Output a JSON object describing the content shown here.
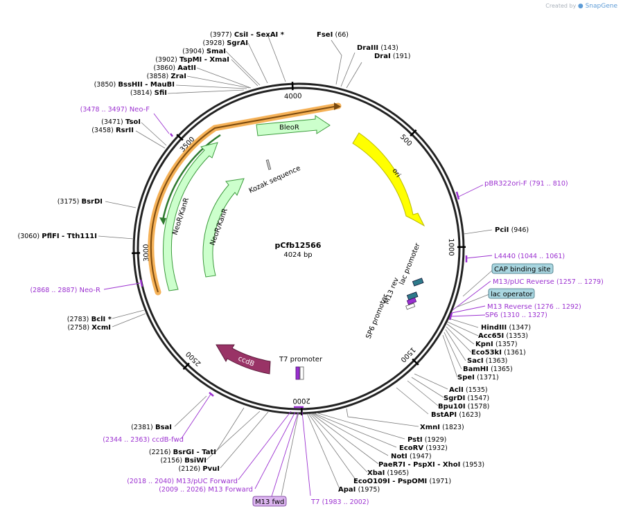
{
  "header": {
    "created_by": "Created by",
    "brand": "SnapGene"
  },
  "plasmid": {
    "name": "pCfb12566",
    "length_label": "4024 bp",
    "length": 4024
  },
  "ticks": [
    {
      "pos": 500,
      "label": "500"
    },
    {
      "pos": 1000,
      "label": "1000"
    },
    {
      "pos": 1500,
      "label": "1500"
    },
    {
      "pos": 2000,
      "label": "2000"
    },
    {
      "pos": 2500,
      "label": "2500"
    },
    {
      "pos": 3000,
      "label": "3000"
    },
    {
      "pos": 3500,
      "label": "3500"
    },
    {
      "pos": 4000,
      "label": "4000"
    }
  ],
  "features": [
    {
      "name": "BleoR",
      "kind": "arrow",
      "color": "#ccffcc",
      "stroke": "#3a9a3a"
    },
    {
      "name": "ori",
      "kind": "arrow",
      "color": "#ffff00",
      "stroke": "#b8b800"
    },
    {
      "name": "NeoR/KanR",
      "kind": "arrow",
      "color": "#ccffcc",
      "stroke": "#3a9a3a"
    },
    {
      "name": "NeoR/KanR",
      "kind": "arrow",
      "color": "#ccffcc",
      "stroke": "#3a9a3a"
    },
    {
      "name": "ccdB",
      "kind": "arrow",
      "color": "#993366",
      "stroke": "#5a1a3a"
    },
    {
      "name": "Kozak sequence",
      "kind": "box"
    },
    {
      "name": "T7 promoter",
      "kind": "box"
    },
    {
      "name": "M13 rev",
      "kind": "box"
    },
    {
      "name": "lac promoter",
      "kind": "box"
    },
    {
      "name": "SP6 promoter",
      "kind": "box"
    }
  ],
  "enzymes": [
    {
      "label": "FseI",
      "pos": "(66)"
    },
    {
      "label": "DraIII",
      "pos": "(143)"
    },
    {
      "label": "DraI",
      "pos": "(191)"
    },
    {
      "label": "PciI",
      "pos": "(946)"
    },
    {
      "label": "HindIII",
      "pos": "(1347)"
    },
    {
      "label": "Acc65I",
      "pos": "(1353)"
    },
    {
      "label": "KpnI",
      "pos": "(1357)"
    },
    {
      "label": "Eco53kI",
      "pos": "(1361)"
    },
    {
      "label": "SacI",
      "pos": "(1363)"
    },
    {
      "label": "BamHI",
      "pos": "(1365)"
    },
    {
      "label": "SpeI",
      "pos": "(1371)"
    },
    {
      "label": "AclI",
      "pos": "(1535)"
    },
    {
      "label": "SgrDI",
      "pos": "(1547)"
    },
    {
      "label": "Bpu10I",
      "pos": "(1578)"
    },
    {
      "label": "BstAPI",
      "pos": "(1623)"
    },
    {
      "label": "XmnI",
      "pos": "(1823)"
    },
    {
      "label": "PstI",
      "pos": "(1929)"
    },
    {
      "label": "EcoRV",
      "pos": "(1932)"
    },
    {
      "label": "NotI",
      "pos": "(1947)"
    },
    {
      "label": "PaeR7I  - PspXI  - XhoI",
      "pos": "(1953)"
    },
    {
      "label": "XbaI",
      "pos": "(1965)"
    },
    {
      "label": "EcoO109I  - PspOMI",
      "pos": "(1971)"
    },
    {
      "label": "ApaI",
      "pos": "(1975)"
    },
    {
      "label": "CsiI  - SexAI *",
      "pos": "(3977)"
    },
    {
      "label": "SgrAI",
      "pos": "(3928)"
    },
    {
      "label": "SmaI",
      "pos": "(3904)"
    },
    {
      "label": "TspMI  - XmaI",
      "pos": "(3902)"
    },
    {
      "label": "AatII",
      "pos": "(3860)"
    },
    {
      "label": "ZraI",
      "pos": "(3858)"
    },
    {
      "label": "BssHII  - MauBI",
      "pos": "(3850)"
    },
    {
      "label": "SfiI",
      "pos": "(3814)"
    },
    {
      "label": "TsoI",
      "pos": "(3471)"
    },
    {
      "label": "RsrII",
      "pos": "(3458)"
    },
    {
      "label": "BsrDI",
      "pos": "(3175)"
    },
    {
      "label": "PflFI  - Tth111I",
      "pos": "(3060)"
    },
    {
      "label": "BclI *",
      "pos": "(2783)"
    },
    {
      "label": "XcmI",
      "pos": "(2758)"
    },
    {
      "label": "BsaI",
      "pos": "(2381)"
    },
    {
      "label": "BsrGI  - TatI",
      "pos": "(2216)"
    },
    {
      "label": "BsiWI",
      "pos": "(2156)"
    },
    {
      "label": "PvuI",
      "pos": "(2126)"
    }
  ],
  "primers": [
    {
      "label": "pBR322ori-F",
      "pos": "(791 .. 810)"
    },
    {
      "label": "L4440",
      "pos": "(1044 .. 1061)"
    },
    {
      "label": "M13/pUC Reverse",
      "pos": "(1257 .. 1279)"
    },
    {
      "label": "M13 Reverse",
      "pos": "(1276 .. 1292)"
    },
    {
      "label": "SP6",
      "pos": "(1310 .. 1327)"
    },
    {
      "label": "T7",
      "pos": "(1983 .. 2002)"
    },
    {
      "label": "M13 Forward",
      "pos": "(2009 .. 2026)"
    },
    {
      "label": "M13/pUC Forward",
      "pos": "(2018 .. 2040)"
    },
    {
      "label": "ccdB-fwd",
      "pos": "(2344 .. 2363)"
    },
    {
      "label": "Neo-R",
      "pos": "(2868 .. 2887)"
    },
    {
      "label": "Neo-F",
      "pos": "(3478 .. 3497)"
    }
  ],
  "callouts": [
    {
      "label": "CAP binding site"
    },
    {
      "label": "lac operator"
    },
    {
      "label": "M13 fwd"
    }
  ]
}
